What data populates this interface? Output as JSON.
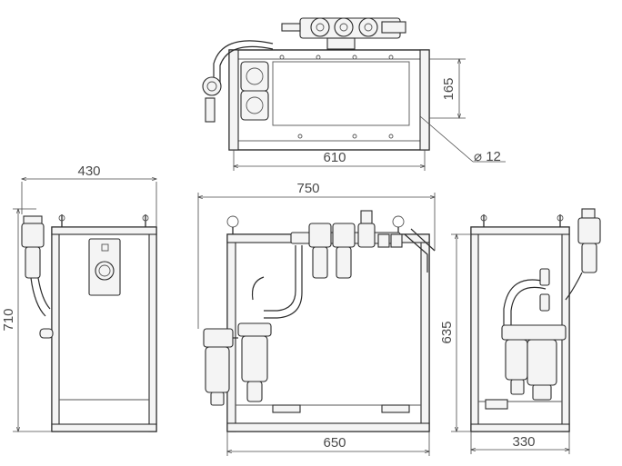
{
  "dimensions": {
    "top_width": "610",
    "top_depth": "165",
    "hole_diameter": "⌀ 12",
    "side_left_width": "430",
    "side_left_height": "710",
    "front_width_outer": "750",
    "front_width_frame": "650",
    "side_right_height": "635",
    "side_right_width": "330"
  }
}
